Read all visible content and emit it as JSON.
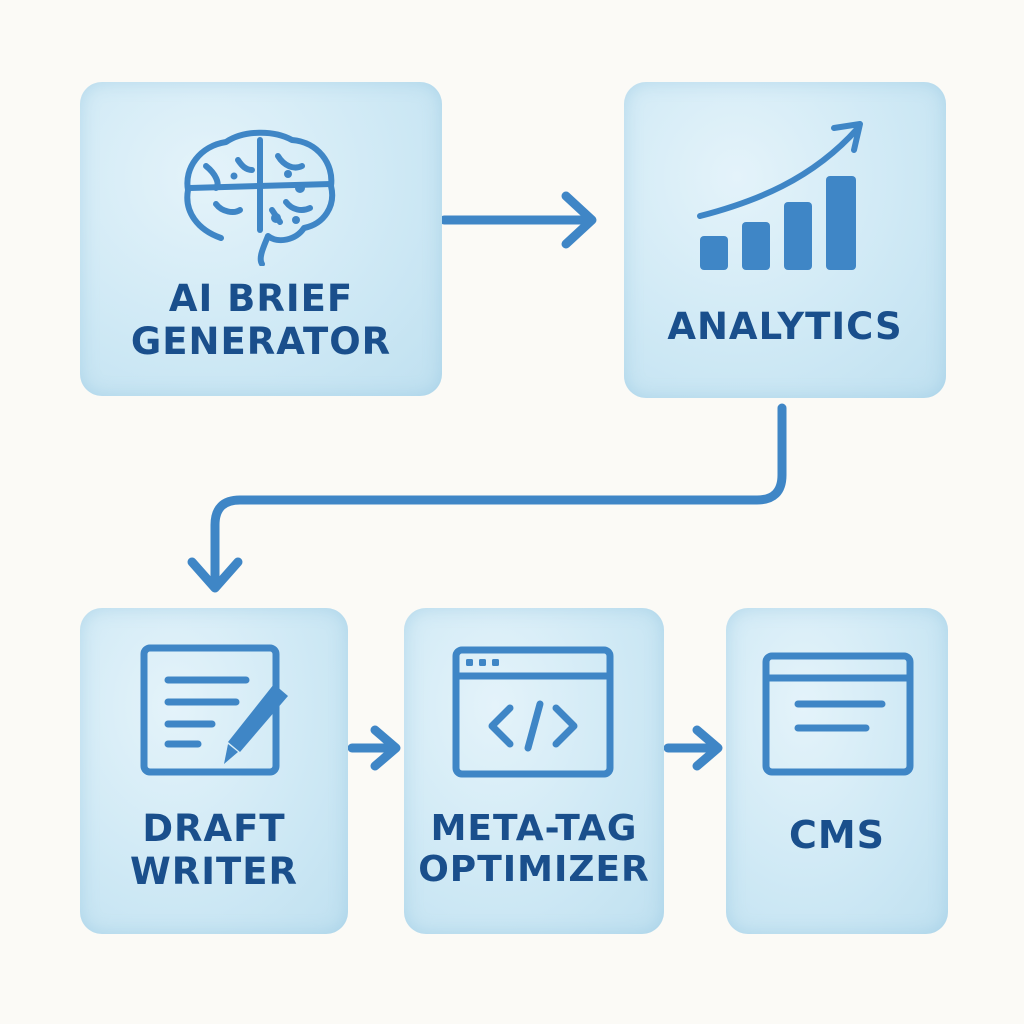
{
  "colors": {
    "ink": "#3f86c6",
    "ink_dark": "#1a4f8c",
    "box_fill": "#cfe9f5",
    "background": "#fbfaf6"
  },
  "nodes": [
    {
      "id": "ai-brief-generator",
      "icon": "brain-icon",
      "label_lines": [
        "AI BRIEF",
        "GENERATOR"
      ]
    },
    {
      "id": "analytics",
      "icon": "bar-chart-trend-icon",
      "label_lines": [
        "ANALYTICS"
      ]
    },
    {
      "id": "draft-writer",
      "icon": "document-pen-icon",
      "label_lines": [
        "DRAFT",
        "WRITER"
      ]
    },
    {
      "id": "meta-tag-optimizer",
      "icon": "code-window-icon",
      "label_lines": [
        "META-TAG",
        "OPTIMIZER"
      ]
    },
    {
      "id": "cms",
      "icon": "browser-window-icon",
      "label_lines": [
        "CMS"
      ]
    }
  ],
  "edges": [
    {
      "from": "ai-brief-generator",
      "to": "analytics"
    },
    {
      "from": "analytics",
      "to": "draft-writer"
    },
    {
      "from": "draft-writer",
      "to": "meta-tag-optimizer"
    },
    {
      "from": "meta-tag-optimizer",
      "to": "cms"
    }
  ]
}
